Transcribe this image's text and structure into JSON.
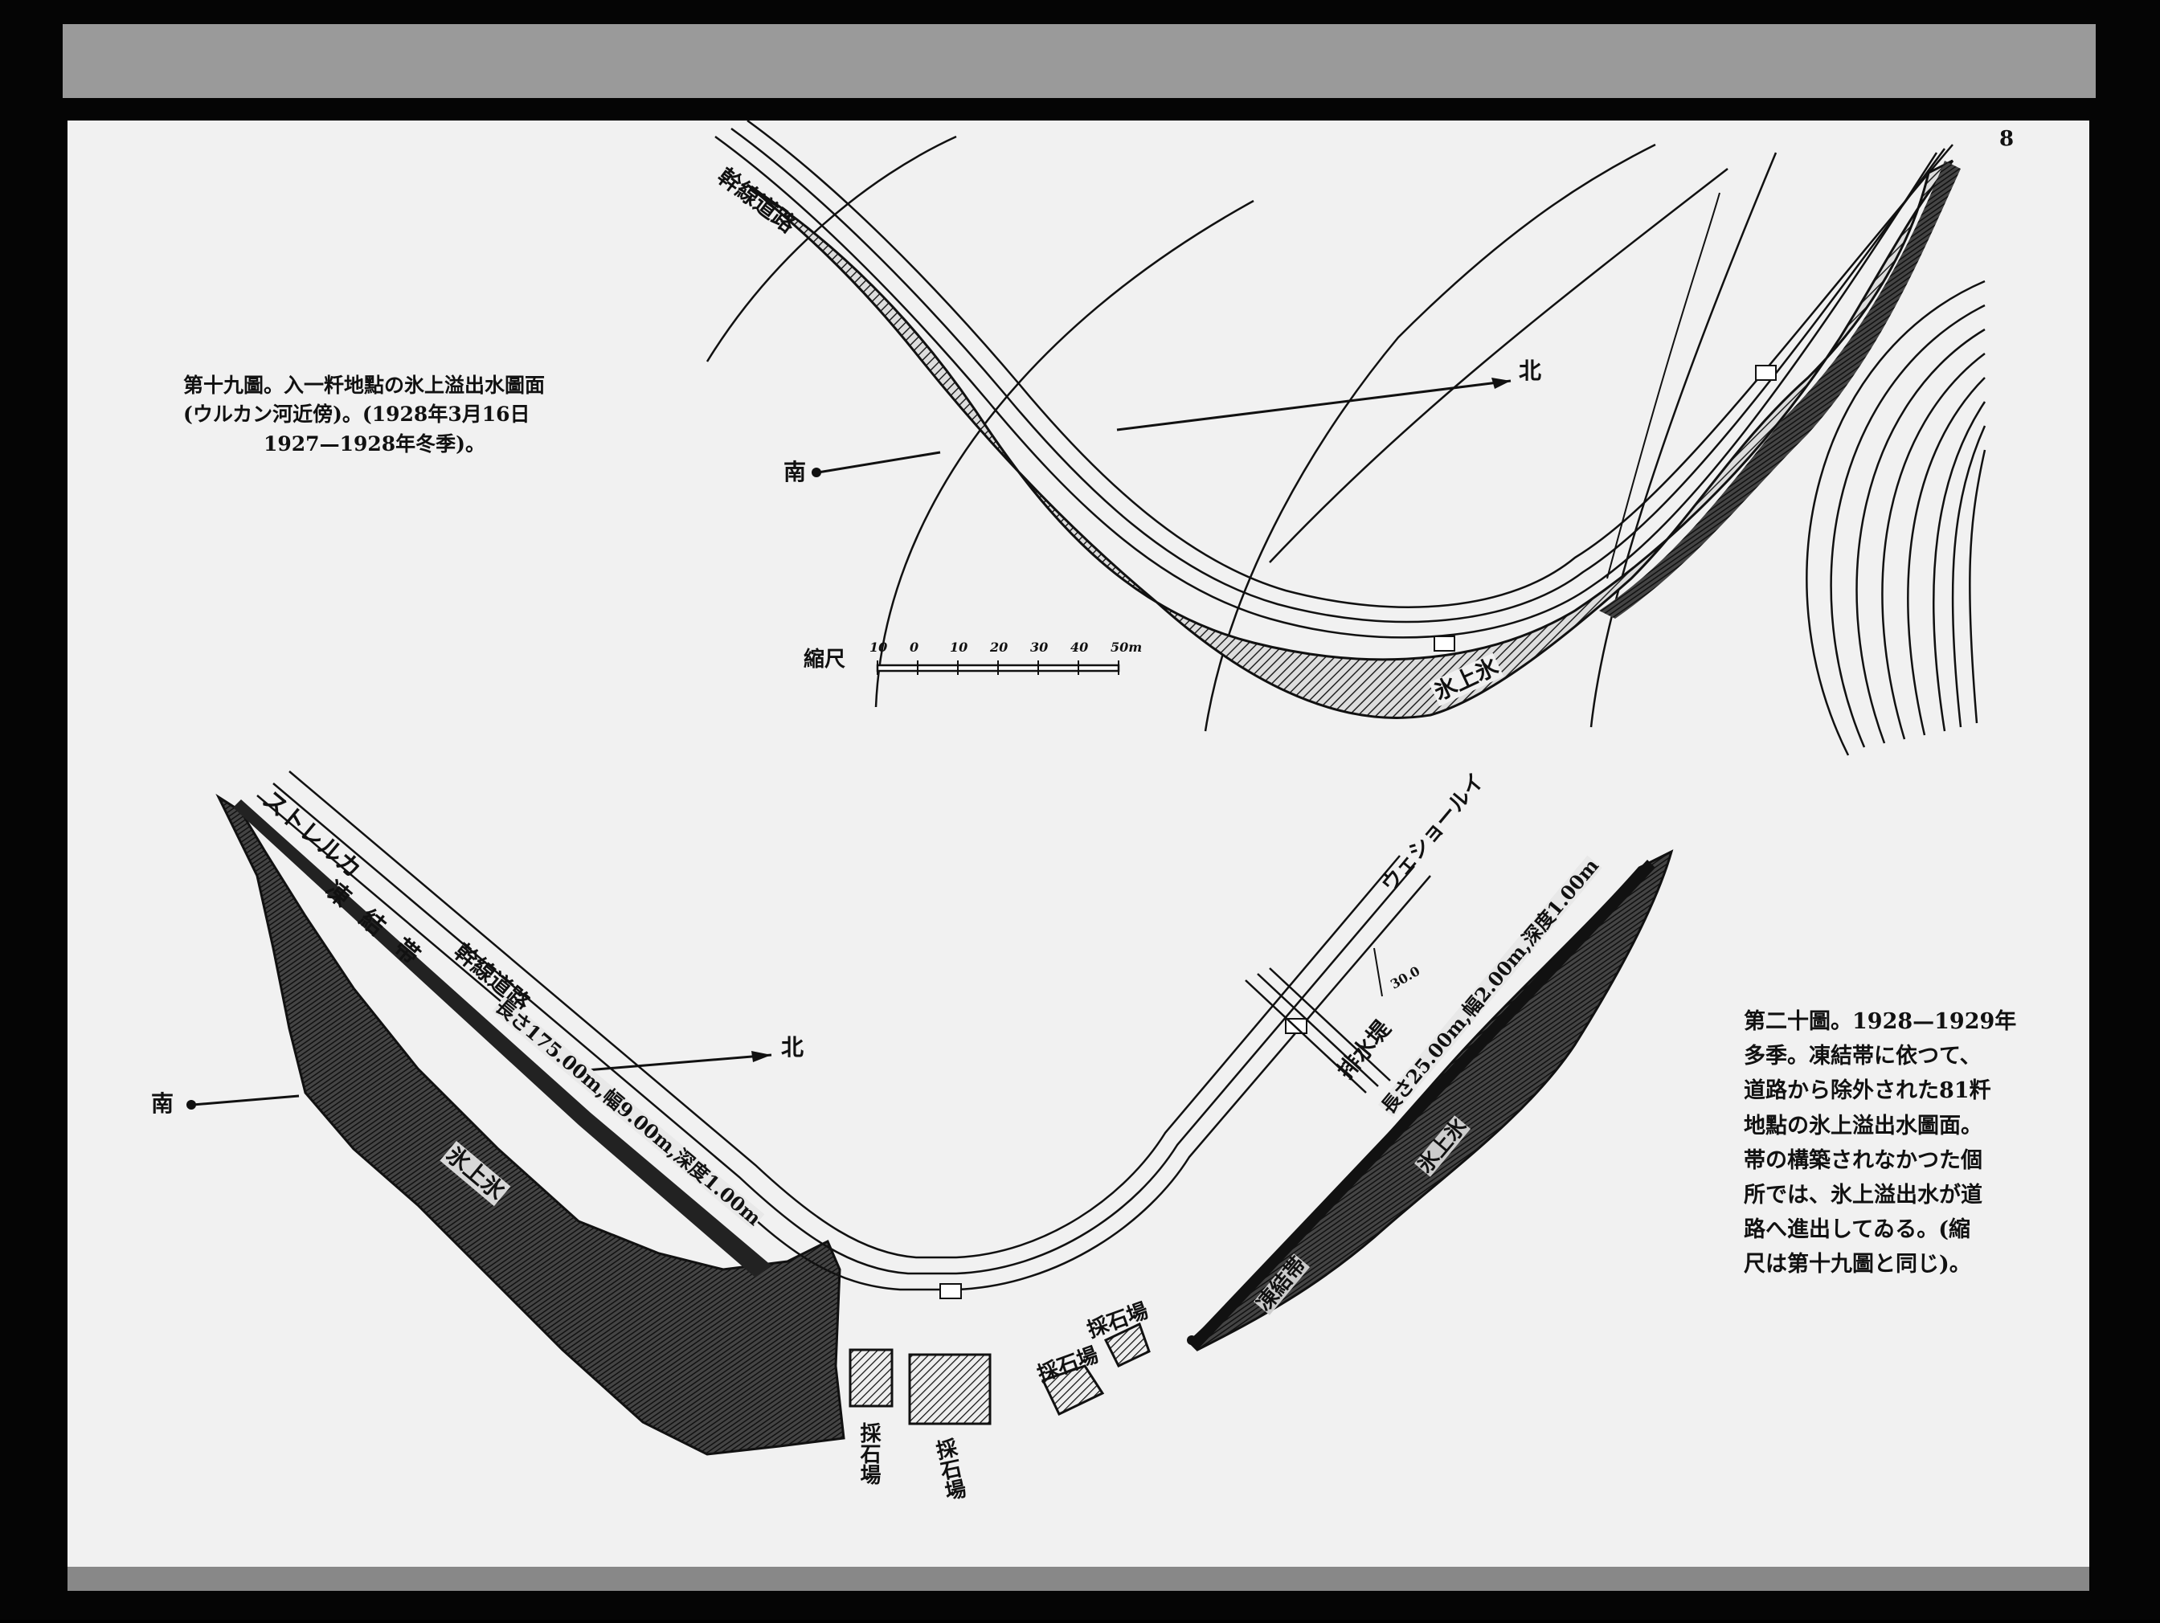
{
  "page_number": "8",
  "fig19": {
    "caption_lines": [
      "第十九圖。入一粁地點の氷上溢出水圖面",
      "(ウルカン河近傍)。(1928年3月16日",
      "1927—1928年冬季)。"
    ],
    "road_label": "幹線道路",
    "north": "北",
    "south": "南",
    "ice": "氷上氷",
    "scale_label": "縮尺",
    "scale_ticks": [
      "10",
      "0",
      "10",
      "20",
      "30",
      "40",
      "50m"
    ]
  },
  "fig20": {
    "caption_lines": [
      "第二十圖。1928—1929年",
      "多季。凍結帯に依つて、",
      "道路から除外された81粁",
      "地點の氷上溢出水圖面。",
      "帯の構築されなかつた個",
      "所では、氷上溢出水が道",
      "路へ進出してゐる。(縮",
      "尺は第十九圖と同じ)。"
    ],
    "river_left": "ストレルカ",
    "river_right": "ウェショールイ",
    "frozen_belt_left": "凍結帯",
    "road_label": "幹線道路",
    "dims_left": "長さ175.00m,幅9.00m,深度1.00m",
    "north": "北",
    "south": "南",
    "ice_left": "氷上氷",
    "drain_label": "排水堤",
    "dims_right": "長さ25.00m,幅2.00m,深度1.00m",
    "ice_right": "氷上氷",
    "frozen_belt_right": "凍結帯",
    "quarry": "採石場",
    "small_mark": "30.0"
  }
}
